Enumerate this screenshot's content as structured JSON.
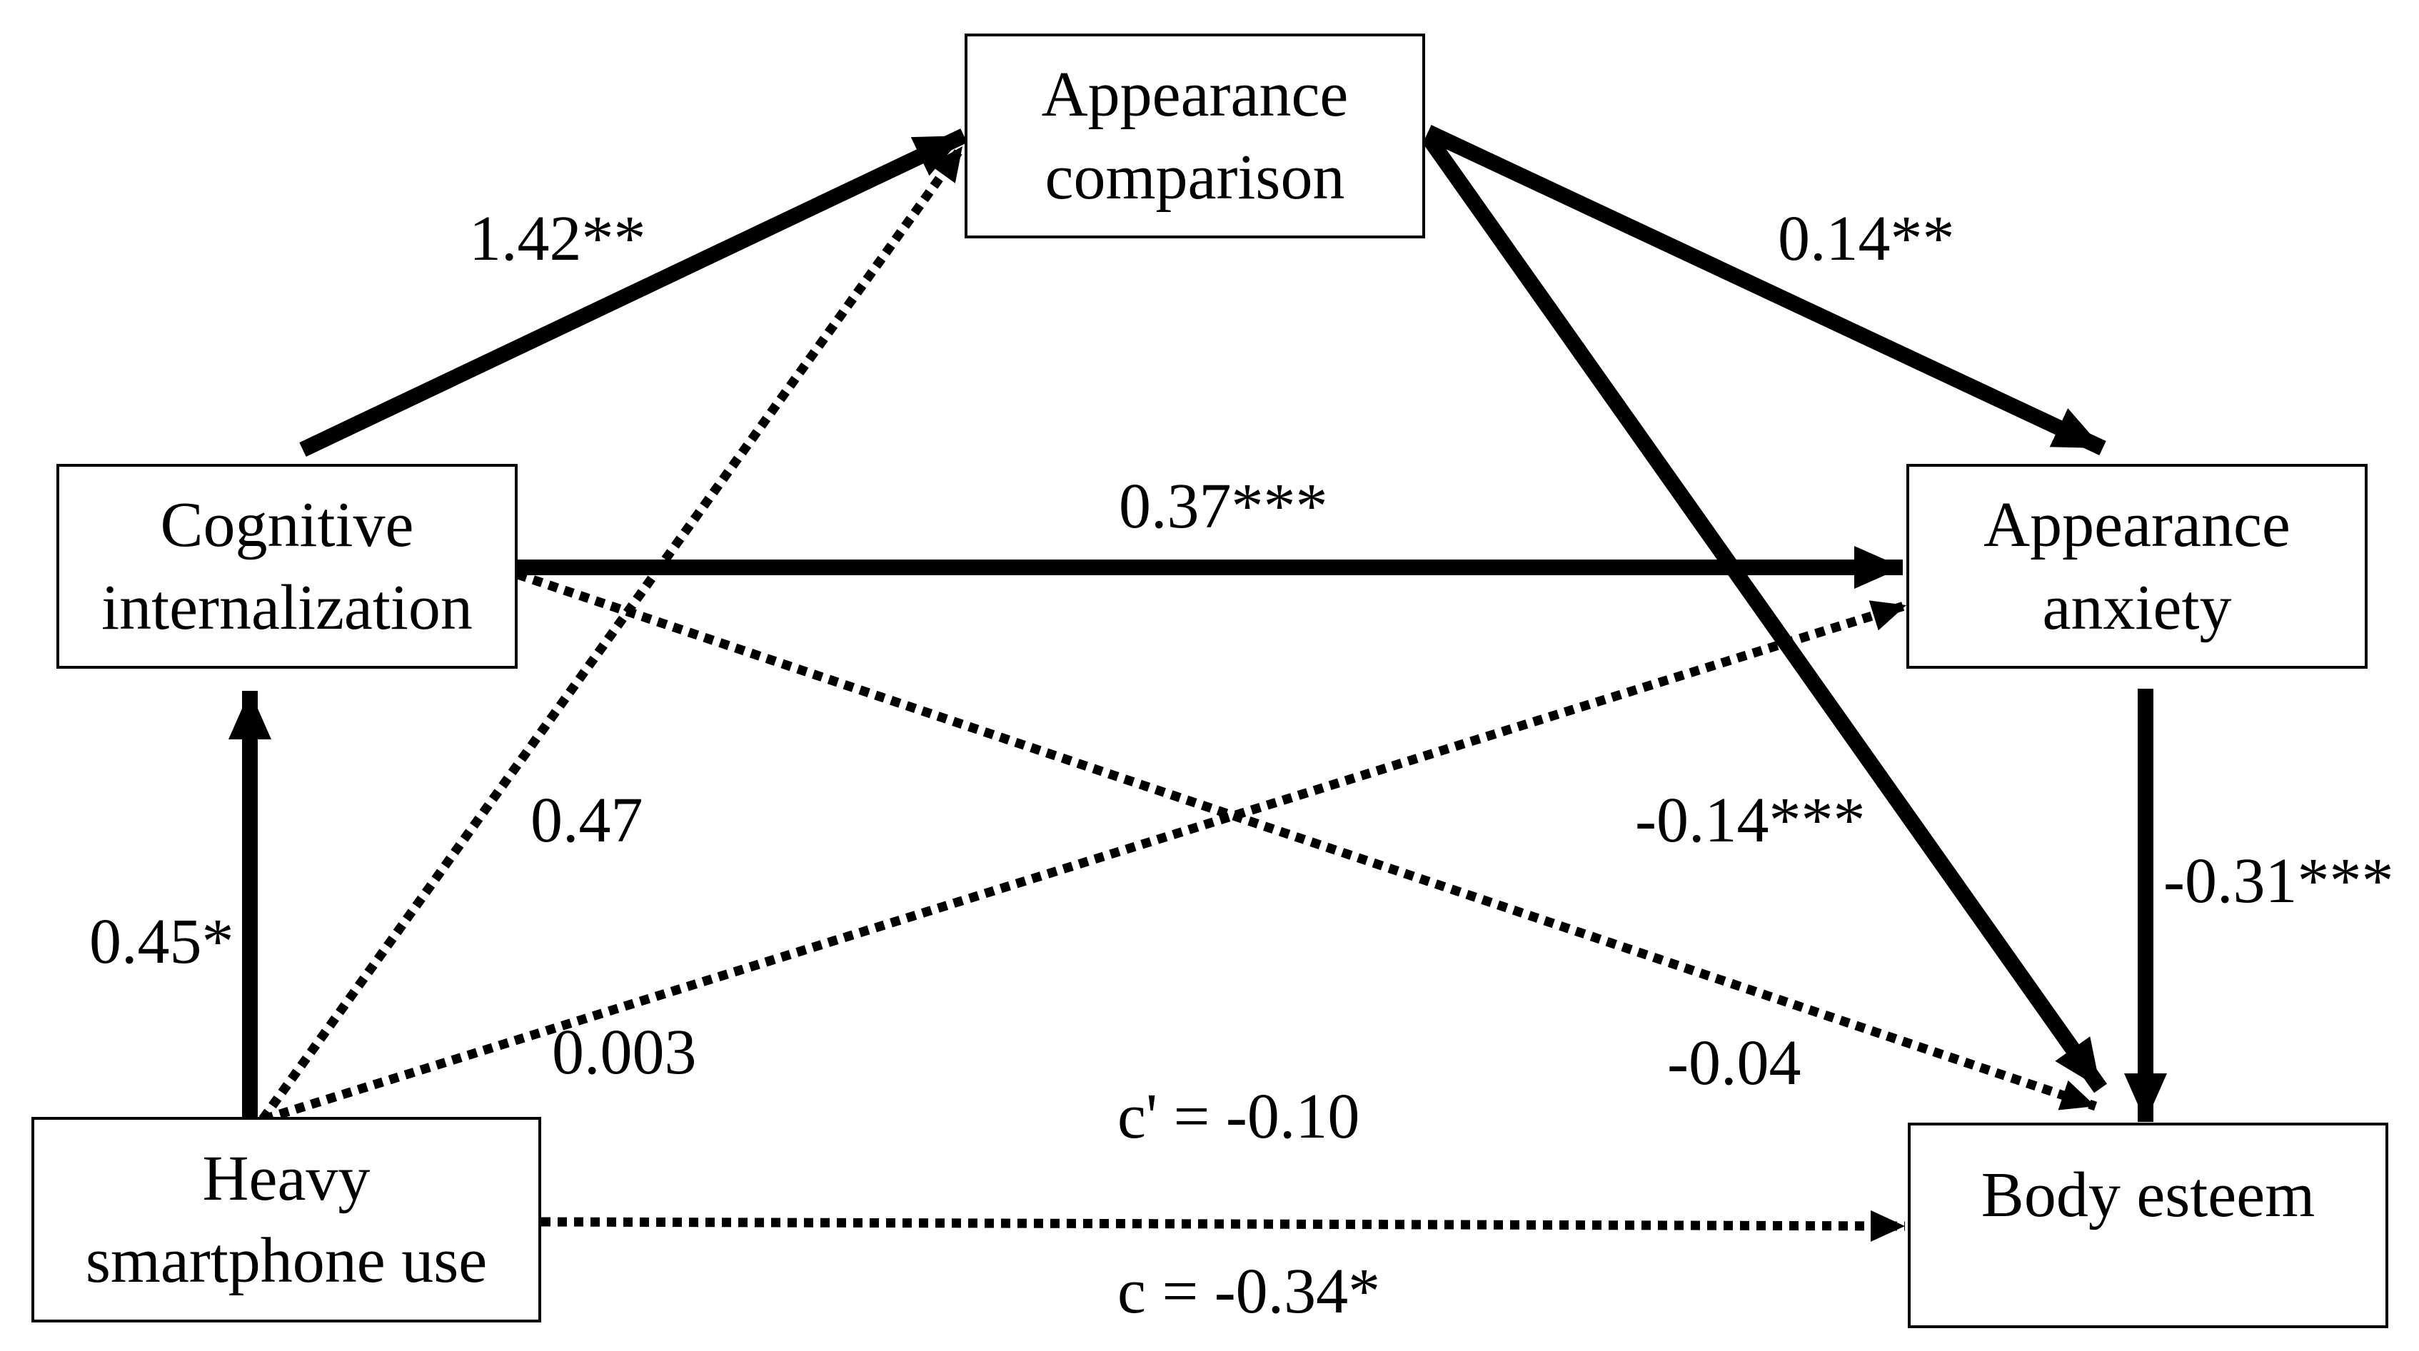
{
  "nodes": {
    "appearance_comparison": {
      "line1": "Appearance",
      "line2": "comparison"
    },
    "cognitive_internalization": {
      "line1": "Cognitive",
      "line2": "internalization"
    },
    "appearance_anxiety": {
      "line1": "Appearance",
      "line2": "anxiety"
    },
    "heavy_smartphone_use": {
      "line1": "Heavy",
      "line2": "smartphone use"
    },
    "body_esteem": {
      "line1": "Body esteem"
    }
  },
  "paths": {
    "internalization_to_comparison": "1.42**",
    "comparison_to_anxiety": "0.14**",
    "internalization_to_anxiety": "0.37***",
    "smartphone_to_comparison": "0.47",
    "comparison_to_esteem": "-0.14***",
    "smartphone_to_internalization": "0.45*",
    "anxiety_to_esteem": "-0.31***",
    "smartphone_to_anxiety": "0.003",
    "internalization_to_esteem": "-0.04",
    "direct_effect": "c' = -0.10",
    "total_effect": "c = -0.34*"
  }
}
